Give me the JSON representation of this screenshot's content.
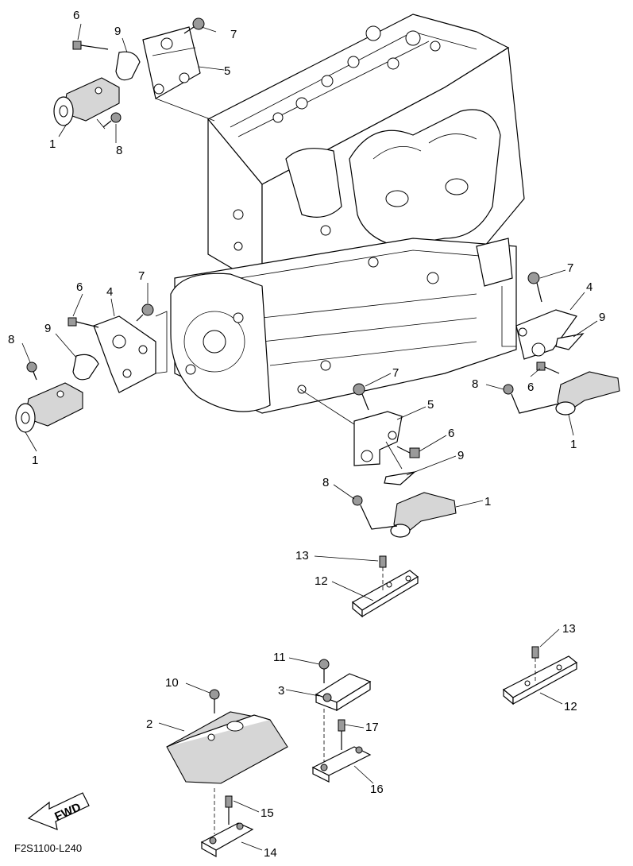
{
  "callouts": [
    {
      "id": "c6a",
      "text": "6"
    },
    {
      "id": "c7a",
      "text": "7"
    },
    {
      "id": "c9a",
      "text": "9"
    },
    {
      "id": "c5a",
      "text": "5"
    },
    {
      "id": "c1a",
      "text": "1"
    },
    {
      "id": "c8a",
      "text": "8"
    },
    {
      "id": "c6b",
      "text": "6"
    },
    {
      "id": "c4b",
      "text": "4"
    },
    {
      "id": "c7b",
      "text": "7"
    },
    {
      "id": "c8b",
      "text": "8"
    },
    {
      "id": "c9b",
      "text": "9"
    },
    {
      "id": "c1b",
      "text": "1"
    },
    {
      "id": "c7c",
      "text": "7"
    },
    {
      "id": "c4c",
      "text": "4"
    },
    {
      "id": "c9c",
      "text": "9"
    },
    {
      "id": "c8c",
      "text": "8"
    },
    {
      "id": "c6c",
      "text": "6"
    },
    {
      "id": "c1c",
      "text": "1"
    },
    {
      "id": "c7d",
      "text": "7"
    },
    {
      "id": "c5d",
      "text": "5"
    },
    {
      "id": "c6d",
      "text": "6"
    },
    {
      "id": "c9d",
      "text": "9"
    },
    {
      "id": "c8d",
      "text": "8"
    },
    {
      "id": "c1d",
      "text": "1"
    },
    {
      "id": "c13a",
      "text": "13"
    },
    {
      "id": "c12a",
      "text": "12"
    },
    {
      "id": "c13b",
      "text": "13"
    },
    {
      "id": "c12b",
      "text": "12"
    },
    {
      "id": "c11",
      "text": "11"
    },
    {
      "id": "c3",
      "text": "3"
    },
    {
      "id": "c17",
      "text": "17"
    },
    {
      "id": "c16",
      "text": "16"
    },
    {
      "id": "c10",
      "text": "10"
    },
    {
      "id": "c2",
      "text": "2"
    },
    {
      "id": "c15",
      "text": "15"
    },
    {
      "id": "c14",
      "text": "14"
    }
  ],
  "fwd_label": "FWD",
  "drawing_code": "F2S1100-L240"
}
